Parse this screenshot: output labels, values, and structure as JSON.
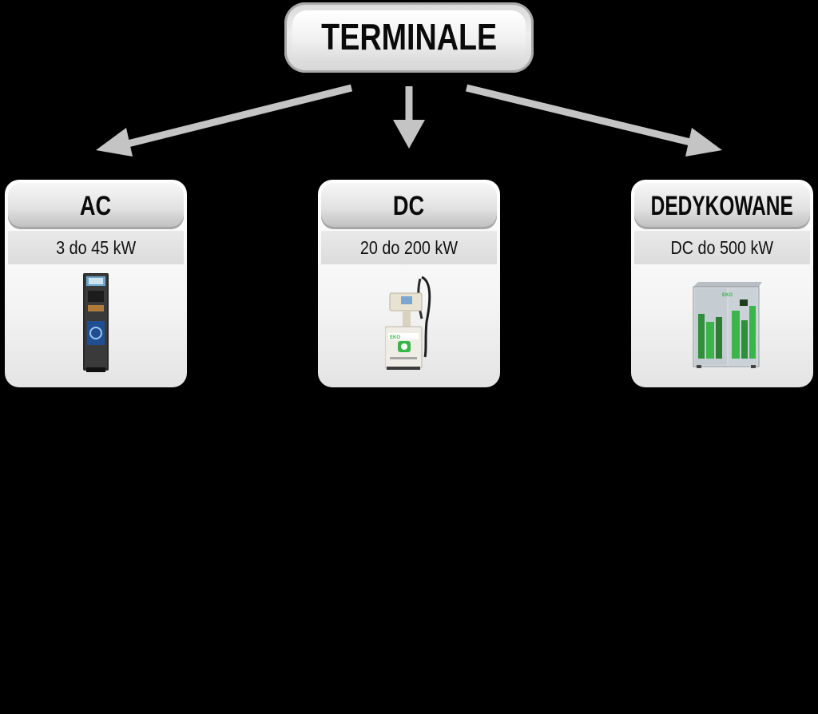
{
  "root": {
    "title": "TERMINALE"
  },
  "categories": [
    {
      "title": "AC",
      "subtitle": "3 do 45 kW",
      "device_image": "ac-charging-post"
    },
    {
      "title": "DC",
      "subtitle": "20 do 200 kW",
      "device_image": "dc-charging-station"
    },
    {
      "title": "DEDYKOWANE",
      "subtitle": "DC do 500 kW",
      "device_image": "dedicated-charging-cabinet"
    }
  ],
  "colors": {
    "background": "#000000",
    "arrow": "#c4c4c4",
    "box": "#eeeeee",
    "accent_green": "#3bb54a",
    "screen_blue": "#2a5fa8"
  }
}
